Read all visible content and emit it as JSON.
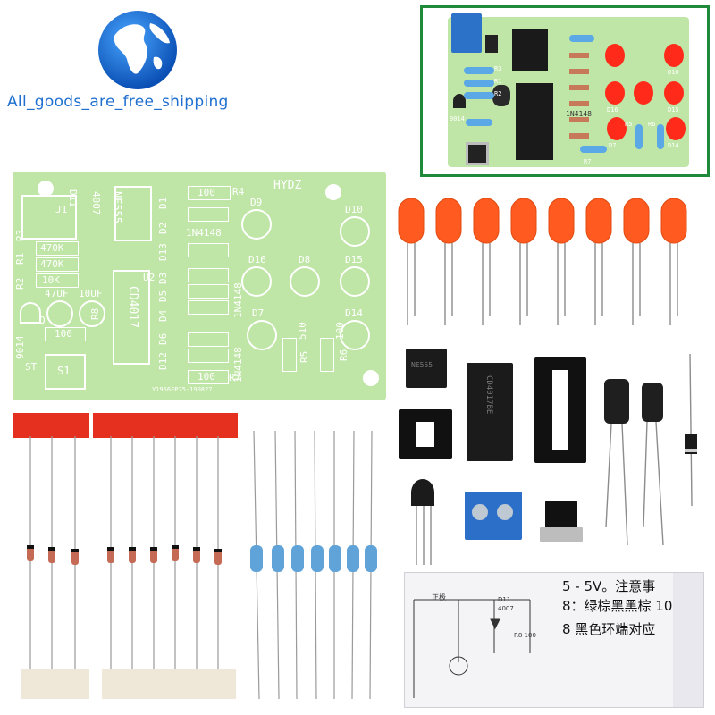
{
  "brand": {
    "text": "All_goods_are_free_shipping",
    "color": "#1e6fd0"
  },
  "pcb": {
    "header": "HYDZ",
    "chips": [
      "NE555",
      "CD4017"
    ],
    "diode_type_a": "1N4148",
    "diode_type_b": "1N4148",
    "diode_type_c": "1N4148",
    "j1": "J1",
    "d11": "D11",
    "d11_type": "4007",
    "r_values": [
      "470K",
      "470K",
      "10K"
    ],
    "r_labels": [
      "R3",
      "R1",
      "R2"
    ],
    "caps": [
      "47UF",
      "10UF"
    ],
    "transistor": "9014",
    "q": "Q",
    "r8_value": "100",
    "r8": "R8",
    "st": "ST",
    "s1": "S1",
    "r4": "R4",
    "r4_value": "100",
    "r7": "R7",
    "r7_value": "100",
    "r5": "R5",
    "r5_value": "510",
    "r6": "R6",
    "r6_value": "100",
    "u2": "U2",
    "led_labels": [
      "D9",
      "D10",
      "D16",
      "D8",
      "D15",
      "D7",
      "D14"
    ],
    "diode_labels": [
      "D1",
      "D2",
      "D13",
      "D3",
      "D5",
      "D4",
      "D6",
      "D12"
    ],
    "footer": "Y1956FP75-190827",
    "board_color": "#bfe6a6"
  },
  "inset": {
    "labels": [
      "R3",
      "R1",
      "R2",
      "1N4148",
      "D10",
      "D16",
      "D15",
      "R5",
      "R6",
      "D7",
      "D14",
      "R7",
      "9014"
    ],
    "frame_color": "#1f8a3a"
  },
  "parts": {
    "chip_text_1": "CD4017BE",
    "chip_text_2": "NE555",
    "led_color": "#ff5a1f",
    "led_count": 8
  },
  "manual": {
    "line1": "5 - 5V。注意事",
    "line2": "8：绿棕黑黑棕 10",
    "line3": "8 黑色环端对应",
    "d11": "D11",
    "d11_type": "4007",
    "power_label": "正极",
    "r8_value": "R8 100"
  }
}
